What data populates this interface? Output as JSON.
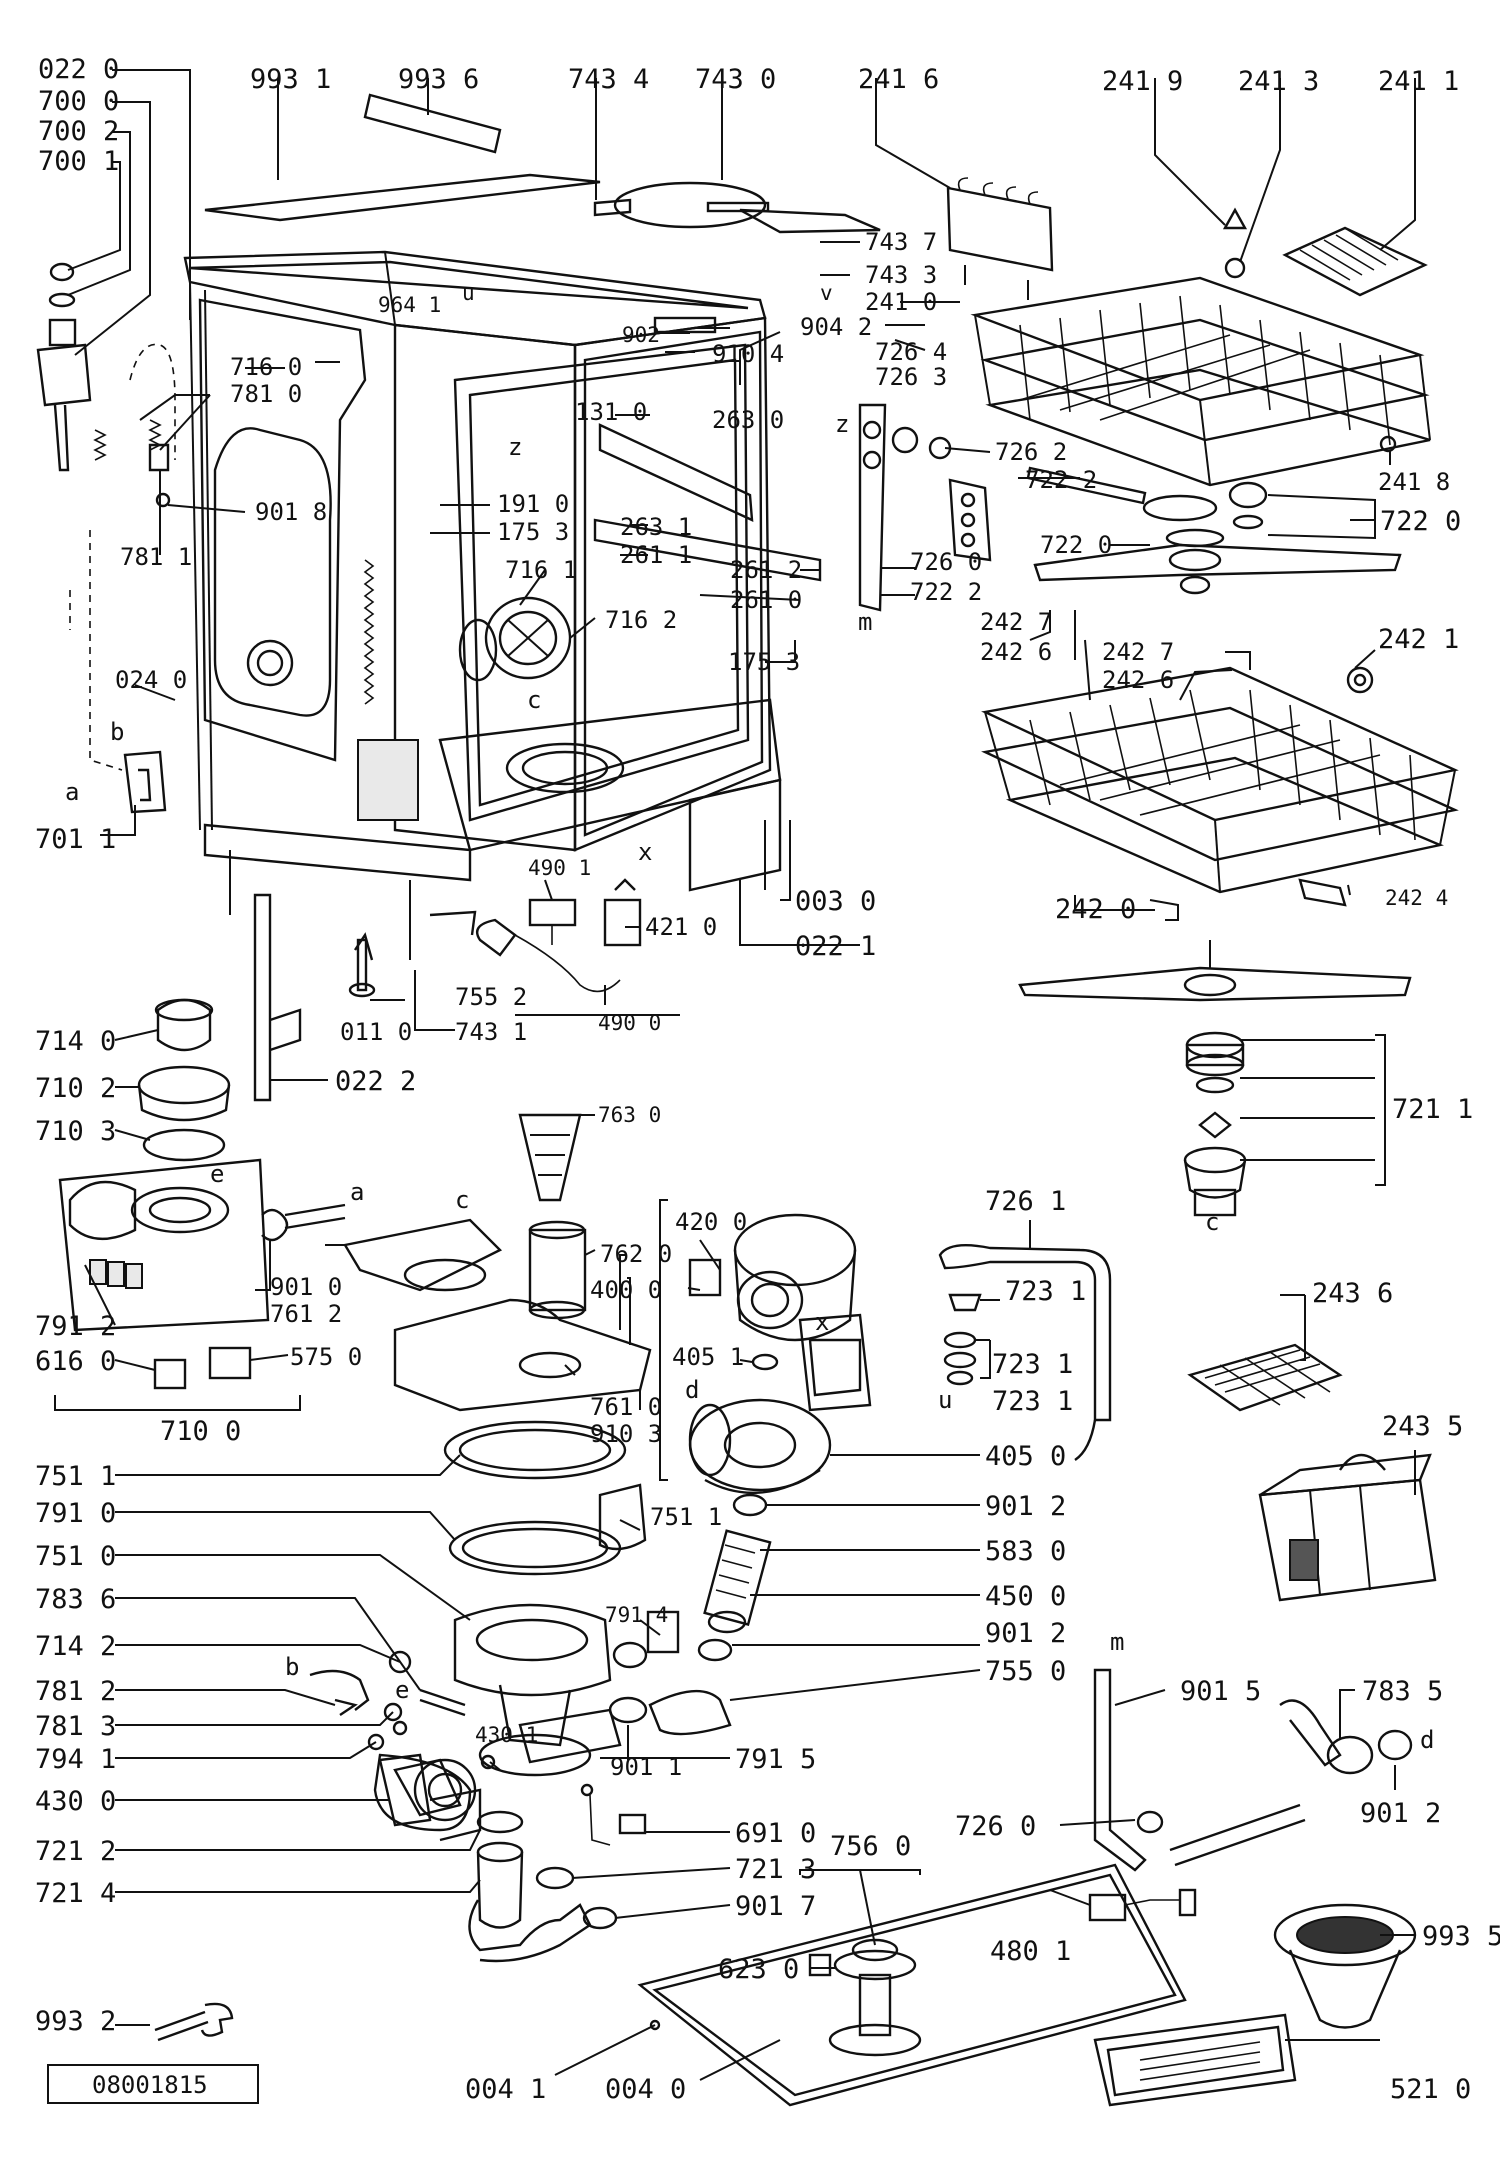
{
  "doc_code": "08001815",
  "labels": {
    "l0220": "022 0",
    "l7000": "700 0",
    "l7002": "700 2",
    "l7001": "700 1",
    "l9931": "993 1",
    "l9936": "993 6",
    "l7434": "743 4",
    "l7430": "743 0",
    "l2416": "241 6",
    "l2419": "241 9",
    "l2413": "241 3",
    "l2411": "241 1",
    "l7437": "743 7",
    "l7433": "743 3",
    "l2410": "241 0",
    "l9641": "964 1",
    "l902": "902",
    "l9042": "904 2",
    "l9104": "910 4",
    "l7264": "726 4",
    "l7263": "726 3",
    "l1310": "131 0",
    "l2630": "263 0",
    "l7160": "716 0",
    "l7810": "781 0",
    "l9018": "901 8",
    "l7811": "781 1",
    "l1910": "191 0",
    "l1753a": "175 3",
    "l2631": "263 1",
    "l2611": "261 1",
    "l7161": "716 1",
    "l2612": "261 2",
    "l2610": "261 0",
    "l7162": "716 2",
    "l7262": "726 2",
    "l7222a": "722 2",
    "l7220a": "722 0",
    "l7220b": "722 0",
    "l2418": "241 8",
    "l7260a": "726 0",
    "l7222b": "722 2",
    "l2427a": "242 7",
    "l2426a": "242 6",
    "l2427b": "242 7",
    "l2426b": "242 6",
    "l2421": "242 1",
    "l0240": "024 0",
    "l1753b": "175 3",
    "l7011": "701 1",
    "l0030": "003 0",
    "l4901": "490 1",
    "l4210": "421 0",
    "l0221": "022 1",
    "l2420": "242 0",
    "l2424": "242 4",
    "l7552": "755 2",
    "l0110": "011 0",
    "l7431": "743 1",
    "l4900": "490 0",
    "l7140": "714 0",
    "l7102": "710 2",
    "l7103": "710 3",
    "l0222": "022 2",
    "l7211": "721 1",
    "l7630": "763 0",
    "l7620": "762 0",
    "l4200": "420 0",
    "l4000": "400 0",
    "l7261": "726 1",
    "l7231a": "723 1",
    "l7231b": "723 1",
    "l7231c": "723 1",
    "l2436": "243 6",
    "l9010": "901 0",
    "l7612": "761 2",
    "l7912": "791 2",
    "l6160": "616 0",
    "l5750": "575 0",
    "l7100": "710 0",
    "l7610": "761 0",
    "l9103": "910 3",
    "l4051": "405 1",
    "l4050": "405 0",
    "l2435": "243 5",
    "l7511": "751 1",
    "l7910": "791 0",
    "l7510": "751 0",
    "l7836": "783 6",
    "l7142": "714 2",
    "l7812": "781 2",
    "l7813": "781 3",
    "l7941": "794 1",
    "l4300": "430 0",
    "l7212": "721 2",
    "l7214": "721 4",
    "l9932": "993 2",
    "l7511b": "751 1",
    "l9012a": "901 2",
    "l5830": "583 0",
    "l4500": "450 0",
    "l9012b": "901 2",
    "l7550": "755 0",
    "l7914": "791 4",
    "l4301": "430 1",
    "l9011": "901 1",
    "l7915": "791 5",
    "l6910": "691 0",
    "l7213": "721 3",
    "l9017": "901 7",
    "l7560": "756 0",
    "l6230": "623 0",
    "l0041": "004 1",
    "l0040": "004 0",
    "l9015": "901 5",
    "l7835": "783 5",
    "l9012c": "901 2",
    "l7260b": "726 0",
    "l4801": "480 1",
    "l9935": "993 5",
    "l5210": "521 0"
  },
  "letters": {
    "z": "z",
    "z2": "z",
    "v": "v",
    "u": "u",
    "u2": "u",
    "b": "b",
    "a": "a",
    "a2": "a",
    "c": "c",
    "c2": "c",
    "c3": "c",
    "x": "x",
    "x2": "x",
    "d": "d",
    "d2": "d",
    "e": "e",
    "e2": "e",
    "m": "m",
    "m2": "m",
    "b2": "b"
  }
}
